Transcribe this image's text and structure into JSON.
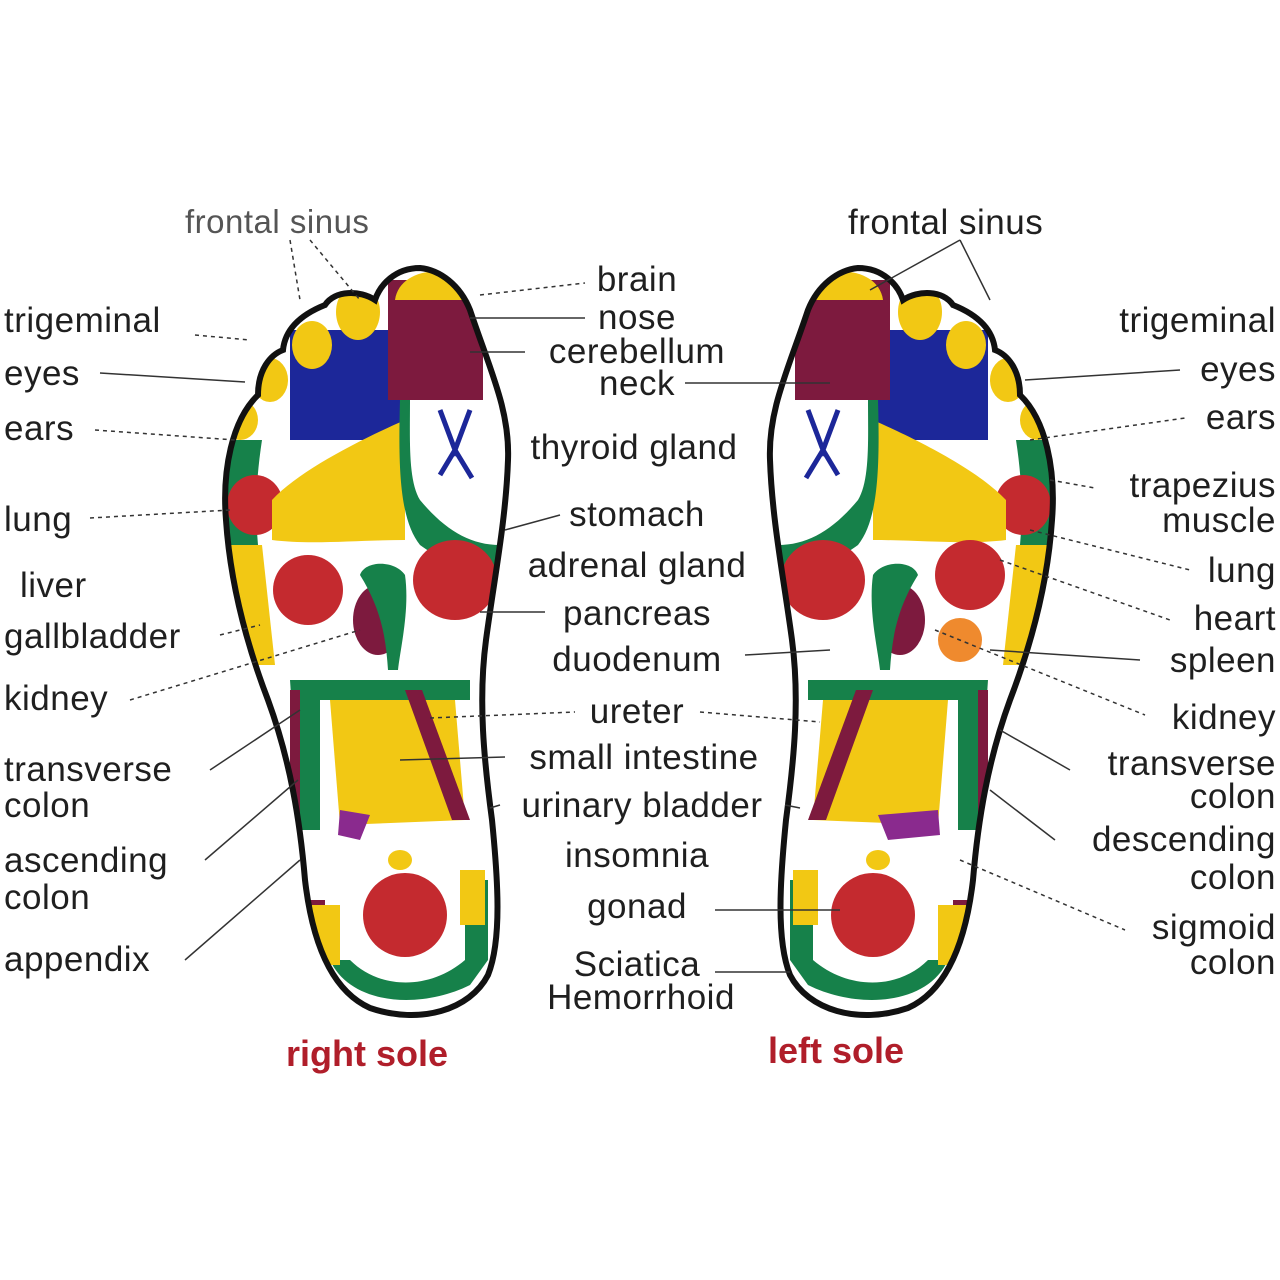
{
  "colors": {
    "outline": "#111111",
    "green": "#16814a",
    "yellow": "#f2c814",
    "red": "#c42a2f",
    "maroon": "#7d1a3e",
    "blue": "#1c2799",
    "purple": "#8a2a8e",
    "orange": "#ef8a2e",
    "caption": "#b01e2a",
    "label": "#1f1f1f",
    "leader": "#333333"
  },
  "right_sole": {
    "caption": "right sole",
    "labels": [
      "frontal sinus",
      "trigeminal",
      "eyes",
      "ears",
      "lung",
      "liver",
      "gallbladder",
      "kidney",
      "transverse",
      "colon",
      "ascending",
      "colon",
      "appendix"
    ]
  },
  "left_sole": {
    "caption": "left sole",
    "labels": [
      "frontal sinus",
      "trigeminal",
      "eyes",
      "ears",
      "trapezius",
      "muscle",
      "lung",
      "heart",
      "spleen",
      "kidney",
      "transverse",
      "colon",
      "descending",
      "colon",
      "sigmoid",
      "colon"
    ]
  },
  "center_labels": [
    "brain",
    "nose",
    "cerebellum",
    "neck",
    "thyroid gland",
    "stomach",
    "adrenal gland",
    "pancreas",
    "duodenum",
    "ureter",
    "small intestine",
    "urinary bladder",
    "insomnia",
    "gonad",
    "Sciatica",
    "Hemorrhoid"
  ]
}
